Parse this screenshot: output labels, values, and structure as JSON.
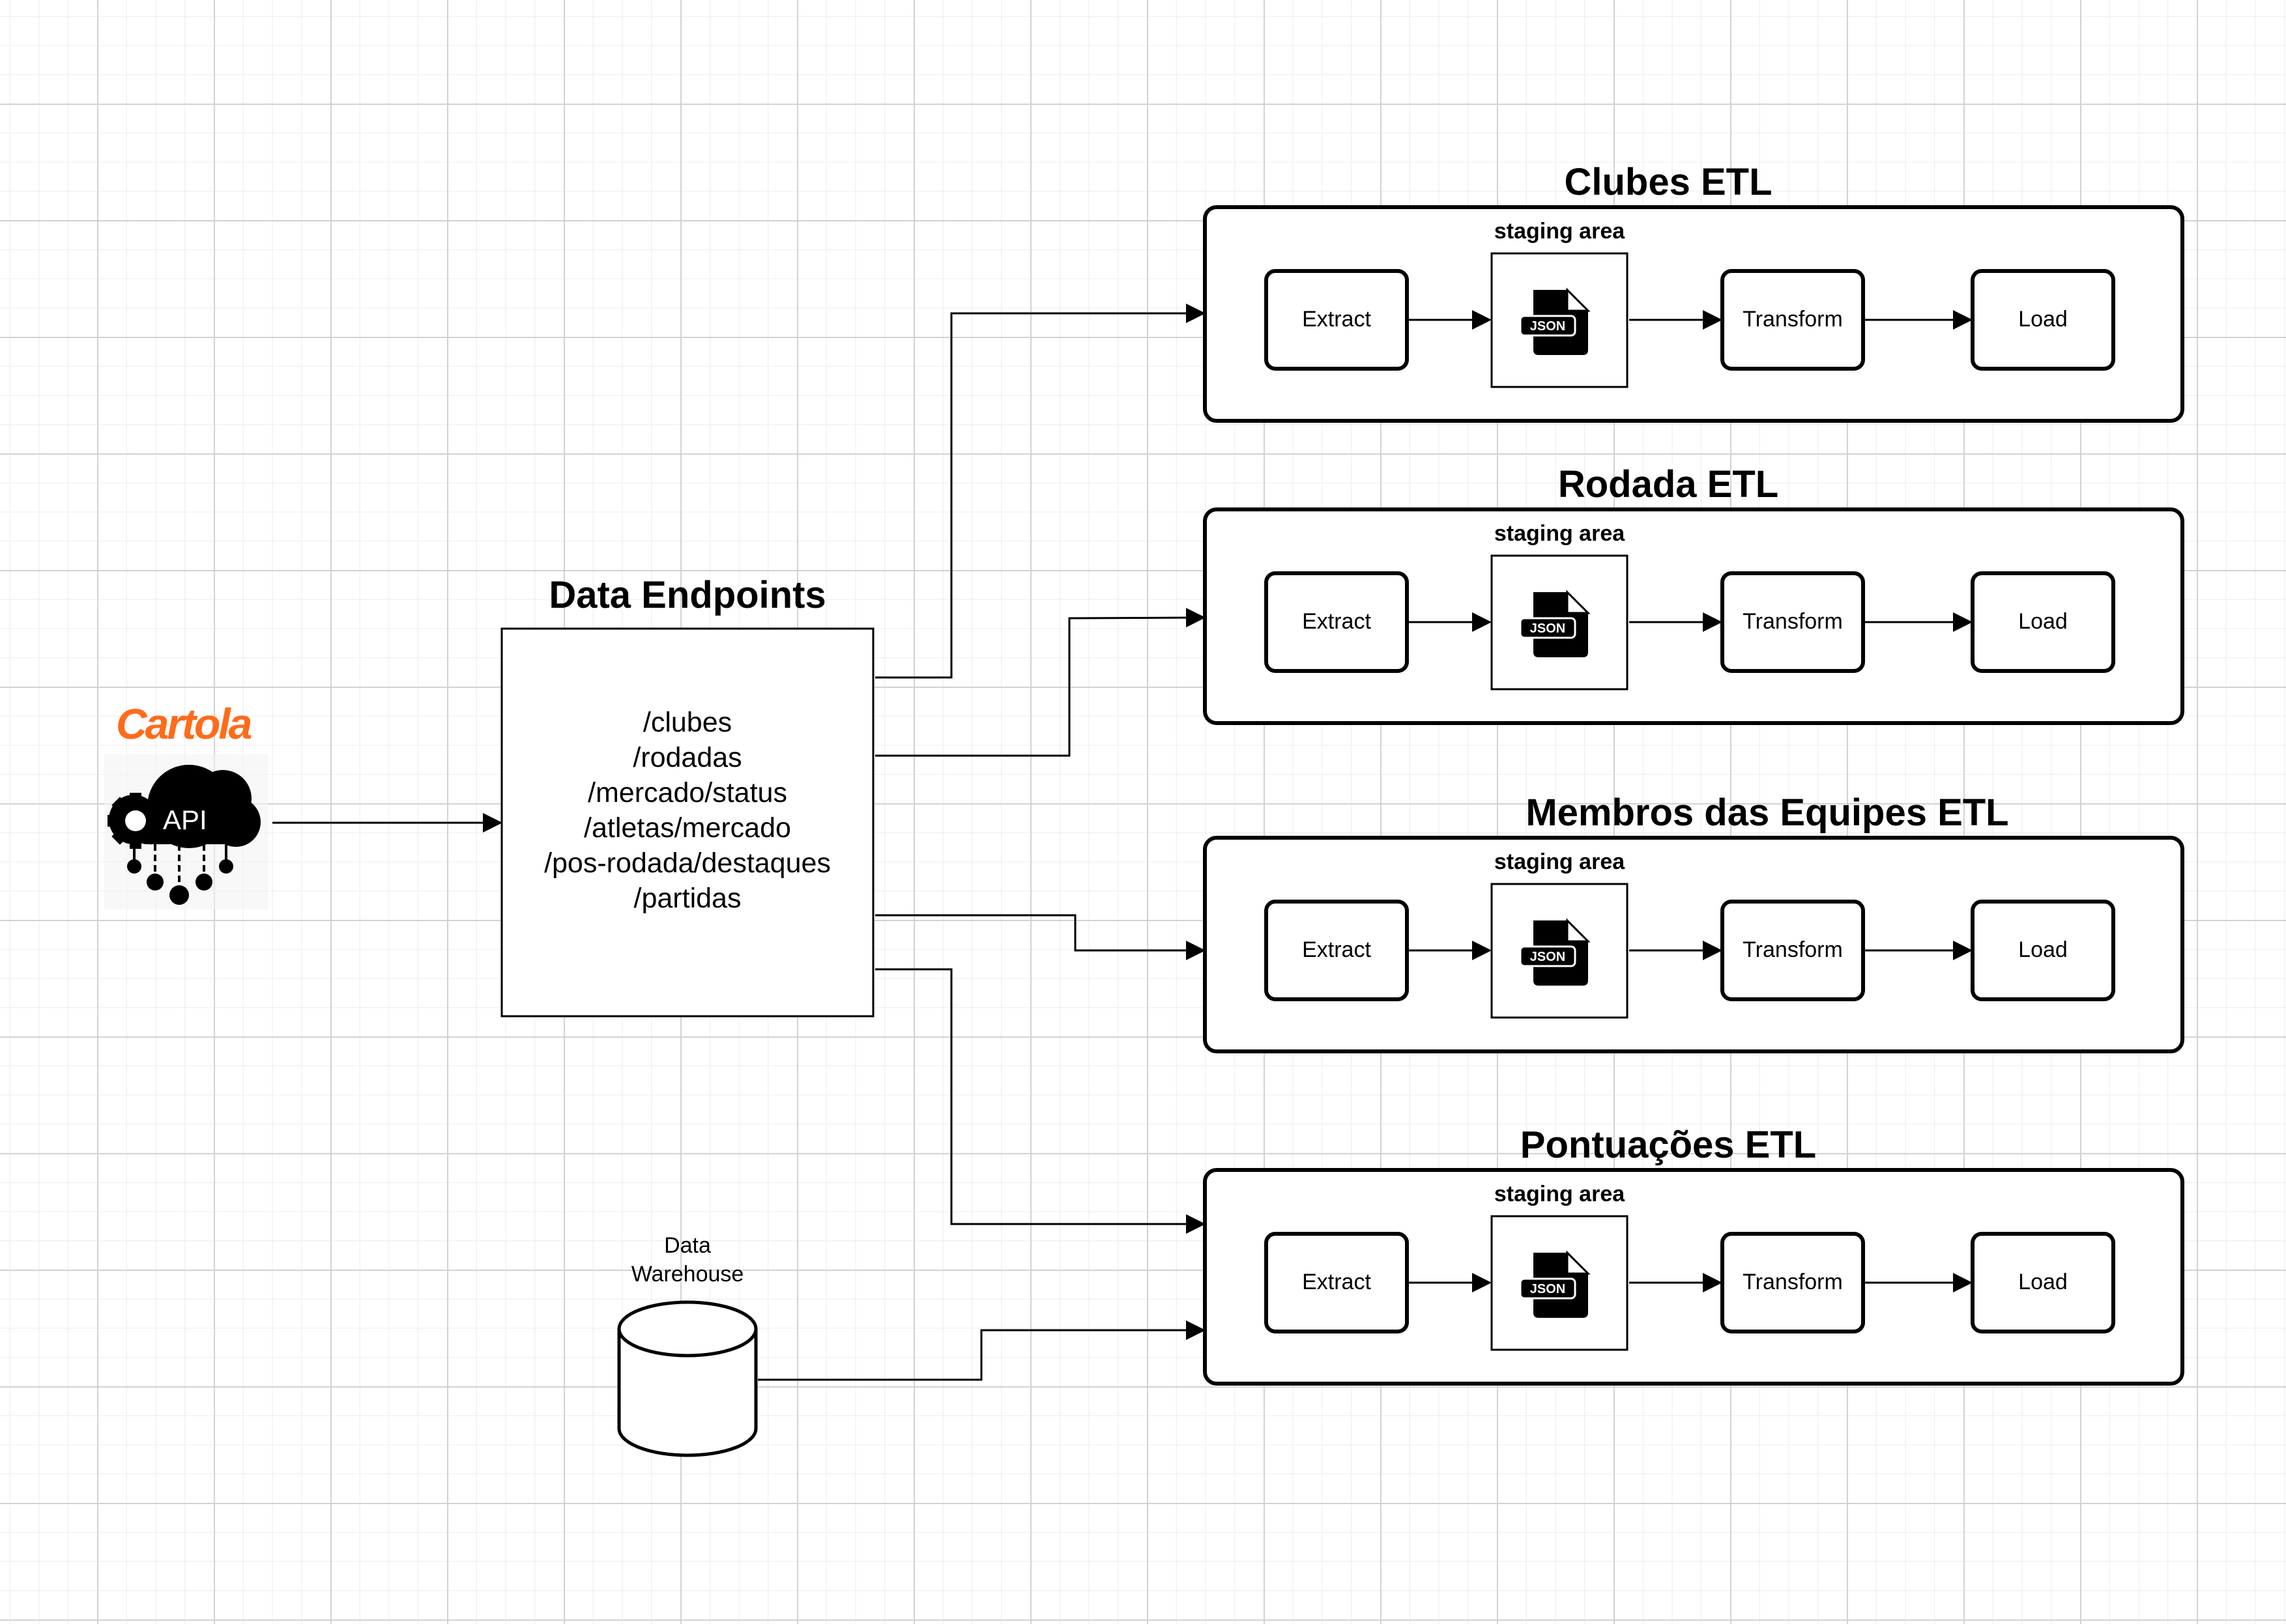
{
  "source": {
    "logo_text": "Cartola",
    "api_label": "API",
    "logo_color": "#ff6b1a"
  },
  "endpoints": {
    "title": "Data Endpoints",
    "items": [
      "/clubes",
      "/rodadas",
      "/mercado/status",
      "/atletas/mercado",
      "/pos-rodada/destaques",
      "/partidas"
    ]
  },
  "warehouse": {
    "label_line1": "Data",
    "label_line2": "Warehouse"
  },
  "pipelines": [
    {
      "title": "Clubes ETL",
      "staging_label": "staging area",
      "file_badge": "JSON",
      "steps": [
        "Extract",
        "Transform",
        "Load"
      ]
    },
    {
      "title": "Rodada ETL",
      "staging_label": "staging area",
      "file_badge": "JSON",
      "steps": [
        "Extract",
        "Transform",
        "Load"
      ]
    },
    {
      "title": "Membros das Equipes ETL",
      "staging_label": "staging area",
      "file_badge": "JSON",
      "steps": [
        "Extract",
        "Transform",
        "Load"
      ]
    },
    {
      "title": "Pontuações ETL",
      "staging_label": "staging area",
      "file_badge": "JSON",
      "steps": [
        "Extract",
        "Transform",
        "Load"
      ]
    }
  ]
}
